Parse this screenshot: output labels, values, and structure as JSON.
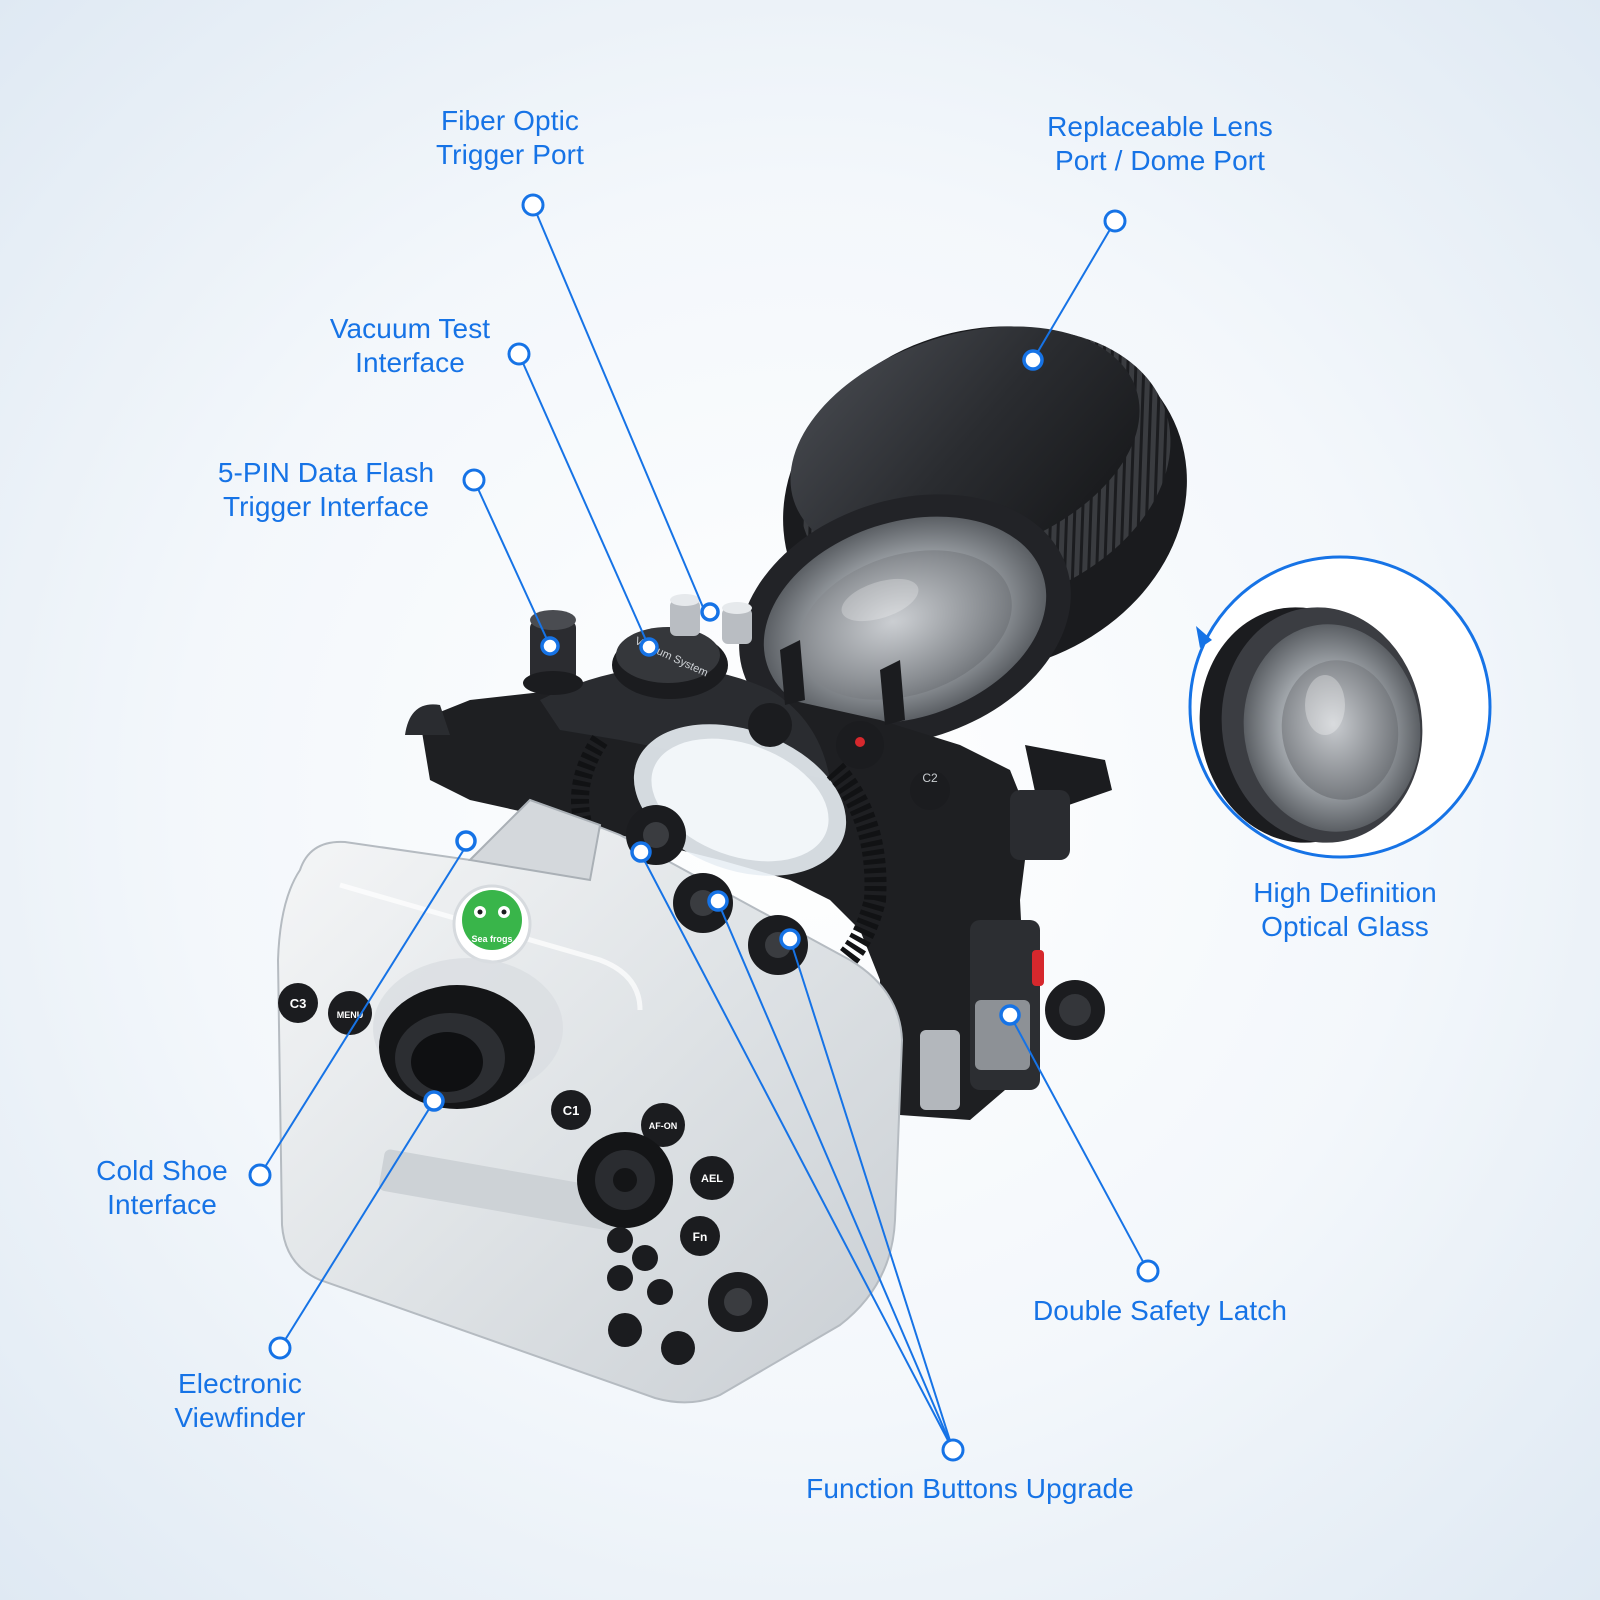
{
  "callouts": [
    {
      "id": "fiber-optic",
      "lines": [
        "Fiber Optic",
        "Trigger Port"
      ]
    },
    {
      "id": "replaceable-lens",
      "lines": [
        "Replaceable Lens",
        "Port / Dome Port"
      ]
    },
    {
      "id": "vacuum-test",
      "lines": [
        "Vacuum Test",
        "Interface"
      ]
    },
    {
      "id": "five-pin",
      "lines": [
        "5-PIN Data Flash",
        "Trigger Interface"
      ]
    },
    {
      "id": "hd-glass",
      "lines": [
        "High Definition",
        "Optical Glass"
      ]
    },
    {
      "id": "cold-shoe",
      "lines": [
        "Cold Shoe",
        "Interface"
      ]
    },
    {
      "id": "double-latch",
      "lines": [
        "Double Safety Latch"
      ]
    },
    {
      "id": "evf",
      "lines": [
        "Electronic",
        "Viewfinder"
      ]
    },
    {
      "id": "function-buttons",
      "lines": [
        "Function Buttons Upgrade"
      ]
    }
  ],
  "product": {
    "brand_badge": "Sea frogs",
    "button_labels": {
      "c1": "C1",
      "c2": "C2",
      "c3": "C3",
      "menu": "MENU",
      "af_on": "AF-ON",
      "ael": "AEL",
      "fn": "Fn"
    },
    "vacuum_cap_text": "Vacuum System"
  },
  "colors": {
    "accent": "#1673e6",
    "housing_clear": "#e8ebee",
    "housing_black": "#1e1f22",
    "lens_port": "#2b2d31",
    "badge_green": "#39b54a"
  }
}
